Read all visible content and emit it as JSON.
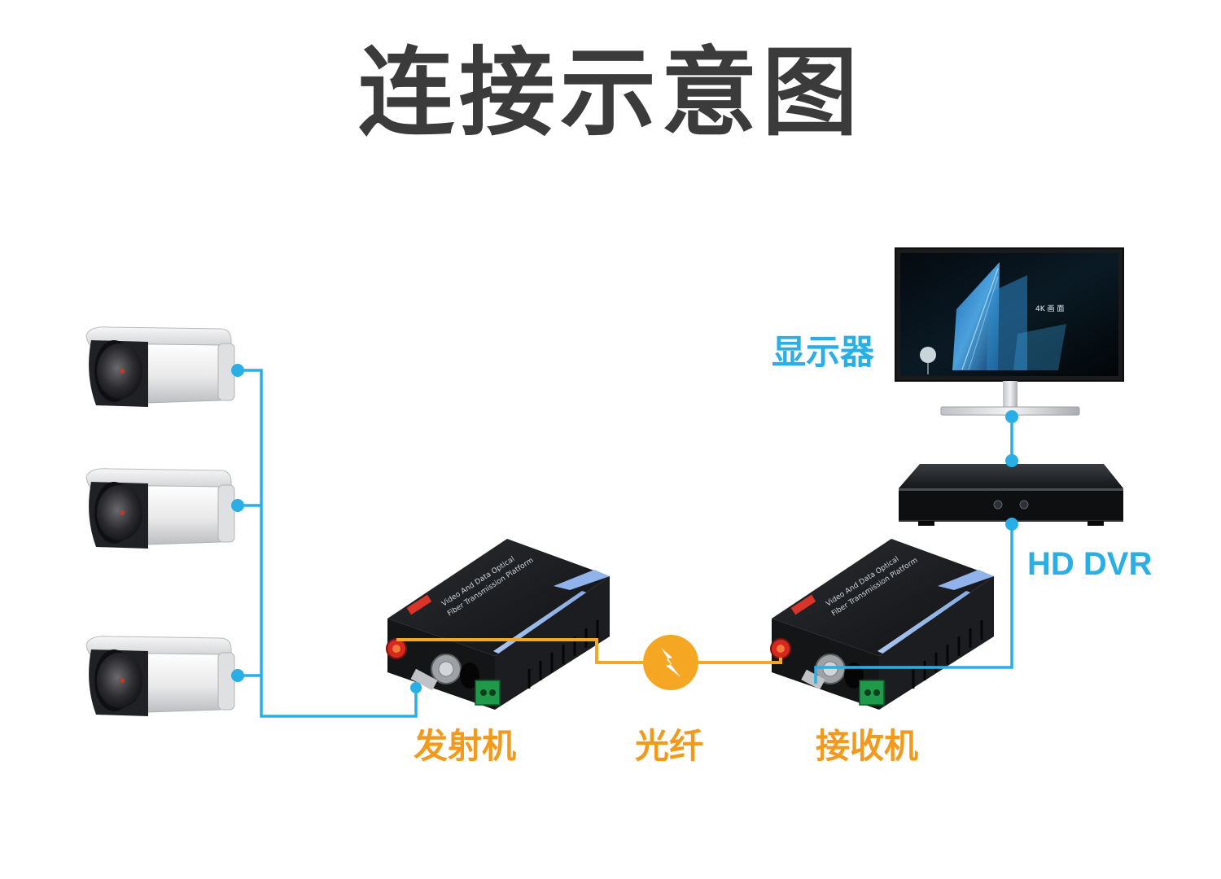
{
  "title": "连接示意图",
  "labels": {
    "monitor": "显示器",
    "dvr": "HD DVR",
    "transmitter": "发射机",
    "fiber": "光纤",
    "receiver": "接收机"
  },
  "colors": {
    "coax_line": "#29aee6",
    "fiber_line": "#f5a623",
    "title": "#3b3b3b"
  }
}
